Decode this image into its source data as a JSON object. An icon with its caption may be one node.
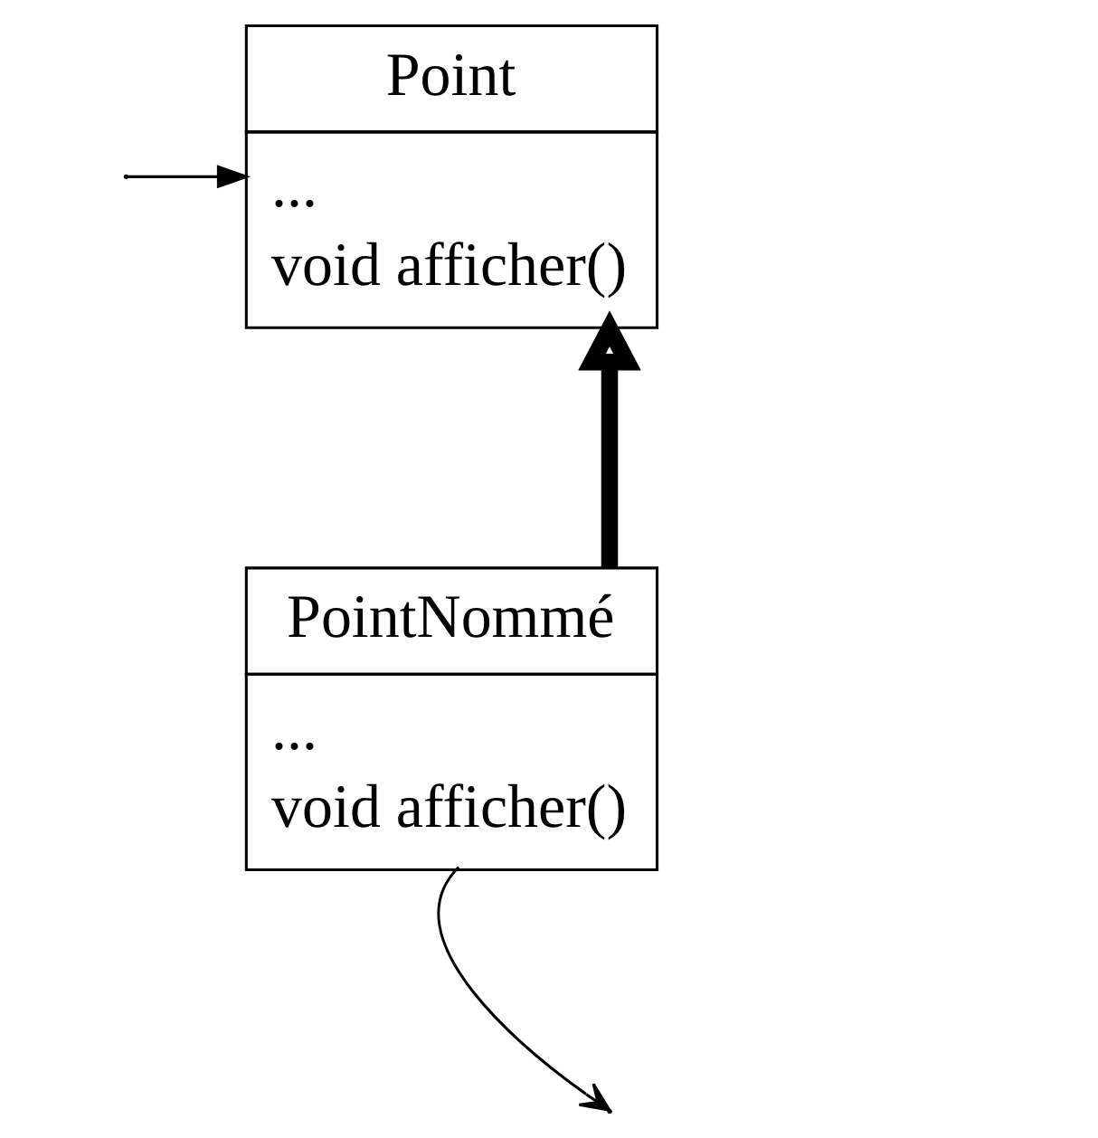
{
  "diagram": {
    "nodes": [
      {
        "text": [
          "Point",
          "...",
          "void afficher()"
        ]
      },
      {
        "text": [
          "PointNommé",
          "...",
          "void afficher()"
        ]
      }
    ],
    "edges": [
      {
        "from": null,
        "to": 0,
        "arrow": "to"
      },
      {
        "from": 1,
        "to": 0,
        "arrow": "to",
        "style": "thick"
      },
      {
        "from": 1,
        "to": null,
        "arrow": "to"
      }
    ]
  }
}
